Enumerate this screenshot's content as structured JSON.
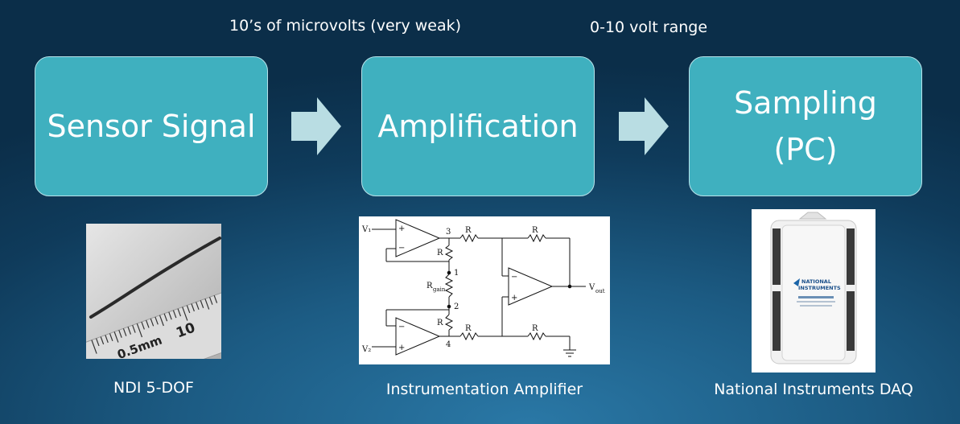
{
  "notes": {
    "top_left": "10’s of microvolts (very weak)",
    "top_right": "0-10 volt range"
  },
  "boxes": {
    "sensor": "Sensor Signal",
    "amplification": "Amplification",
    "sampling_line1": "Sampling",
    "sampling_line2": "(PC)"
  },
  "captions": {
    "sensor": "NDI 5-DOF",
    "amplifier": "Instrumentation Amplifier",
    "daq": "National Instruments DAQ"
  },
  "ruler": {
    "label_left": "0.5mm",
    "label_right": "10",
    "label_bottom": "mm"
  },
  "circuit": {
    "v1": "V₁",
    "v2": "V₂",
    "vout": "V",
    "vout_sub": "out",
    "r": "R",
    "rgain": "R",
    "rgain_sub": "gain",
    "n1": "1",
    "n2": "2",
    "n3": "3",
    "n4": "4"
  },
  "daq": {
    "brand_line1": "NATIONAL",
    "brand_line2": "INSTRUMENTS"
  },
  "colors": {
    "box_fill": "#3fb0bf",
    "box_border": "#b7e3ea",
    "arrow": "#b9dde3",
    "background": "#1c5b83"
  }
}
